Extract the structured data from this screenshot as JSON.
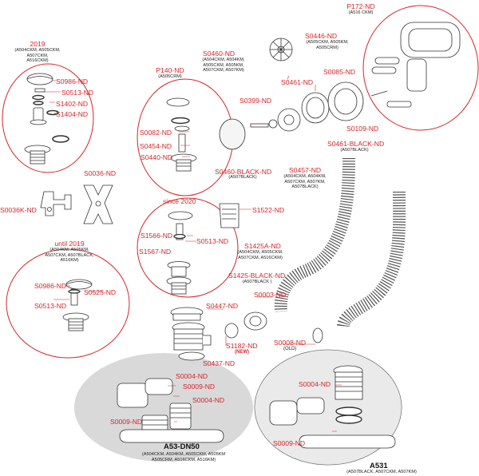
{
  "colors": {
    "accent": "#d6252a",
    "group_shade": "#d9d9d9",
    "line": "#333333"
  },
  "groups": {
    "g2019": {
      "year": "2019",
      "variants": [
        "(A504CKM, A505CKM,",
        "A507CKM,",
        "A516CKM)"
      ]
    },
    "until2019": {
      "year": "until 2019",
      "variants": [
        "(A504KM, A505KM,",
        "A507CKM, A507BLACK,",
        "A516KM)"
      ]
    },
    "p140": {
      "code": "P140-ND",
      "variant": "(A505CRM)"
    },
    "since2020": {
      "year": "since 2020"
    },
    "p172": {
      "code": "P172-ND",
      "variant": "(A516 CKM)"
    }
  },
  "labels": {
    "s0986_a": "S0986-ND",
    "s0513_a": "S0513-ND",
    "s1402": "S1402-ND",
    "s1404": "S1404-ND",
    "s0036": "S0036-ND",
    "s0036k": "S0036K-ND",
    "s0986_b": "S0986-ND",
    "s0525": "S0525-ND",
    "s0513_b": "S0513-ND",
    "s0082": "S0082-ND",
    "s0454": "S0454-ND",
    "s0440": "S0440-ND",
    "s0460": "S0460-ND",
    "s0460_black": "S0460-BLACK-ND",
    "s0399": "S0399-ND",
    "s0446": "S0446-ND",
    "s0461": "S0461-ND",
    "s0085": "S0085-ND",
    "s0109": "S0109-ND",
    "s0461_black": "S0461-BLACK-ND",
    "s0457": "S0457-ND",
    "s1522": "S1522-ND",
    "s1566": "S1566-ND",
    "s0513_c": "S0513-ND",
    "s1567": "S1567-ND",
    "s1425a": "S1425A-ND",
    "s1425_black": "S1425-BLACK-ND",
    "s0447": "S0447-ND",
    "s0003": "S0003-ND",
    "s1182": "S1182-ND",
    "s0008": "S0008-ND",
    "s0437": "S0437-ND",
    "s0004_a": "S0004-ND",
    "s0009_a": "S0009-ND",
    "s0004_b": "S0004-ND",
    "s0009_b": "S0009-ND",
    "s0004_c": "S0004-ND",
    "s0009_c": "S0009-ND"
  },
  "subtexts": {
    "s0460": [
      "(A504CKM, A504KM,",
      "A505CKM, A505KM,",
      "A507CKM, A507KM)"
    ],
    "s0460_black": "(A507BLACK)",
    "s0446": [
      "(A505CKM, A505KM,",
      "A505CRM)"
    ],
    "s0461_black": "(A507BLACK)",
    "s0457": [
      "(A504CKM, A504KM,",
      "A507CKM, A507KM,",
      "A507BLACK)"
    ],
    "s1425a": [
      "(A504CKM, A505CKM,",
      "A507CKM, A516CKM)"
    ],
    "s1425_black": "(A507BLACK )",
    "new_tag": "(NEW)",
    "old_tag": "(OLD)"
  },
  "products": {
    "a53": {
      "code": "A53-DN50",
      "variants": [
        "(A504CKM, A504KM, A505CKM, A505KM",
        "A505CRM, A516CKM, A516KM)"
      ]
    },
    "a531": {
      "code": "A531",
      "variants": [
        "(A507BLACK, A507CKM, A507KM)"
      ]
    }
  }
}
